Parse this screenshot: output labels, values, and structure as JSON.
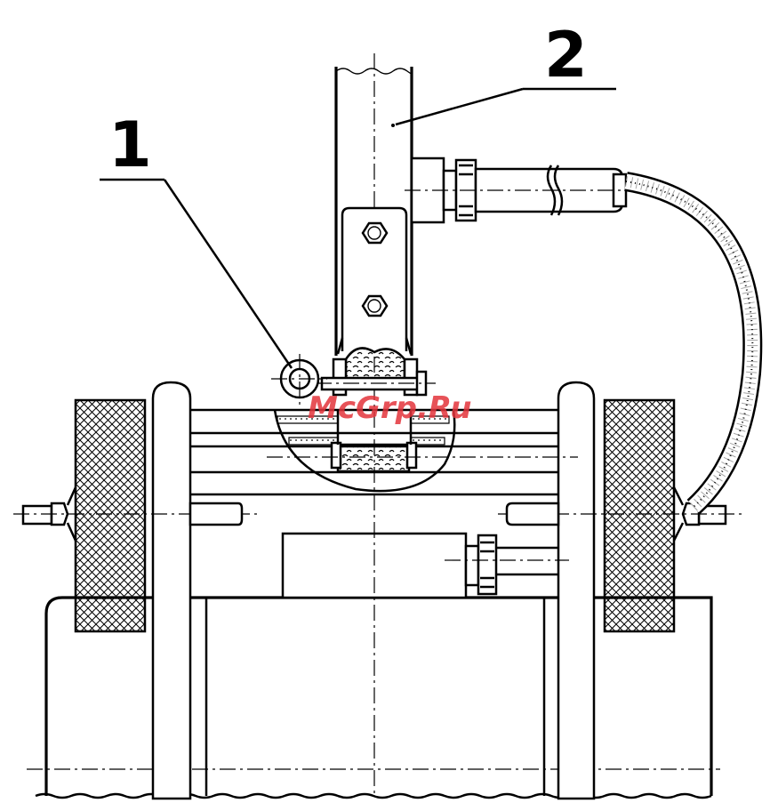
{
  "callouts": [
    {
      "label": "1"
    },
    {
      "label": "2"
    }
  ],
  "watermark": {
    "text": "McGrp.Ru",
    "color": "#e3343c"
  },
  "colors": {
    "line": "#000000",
    "background": "#ffffff",
    "watermark": "#e3343c"
  }
}
